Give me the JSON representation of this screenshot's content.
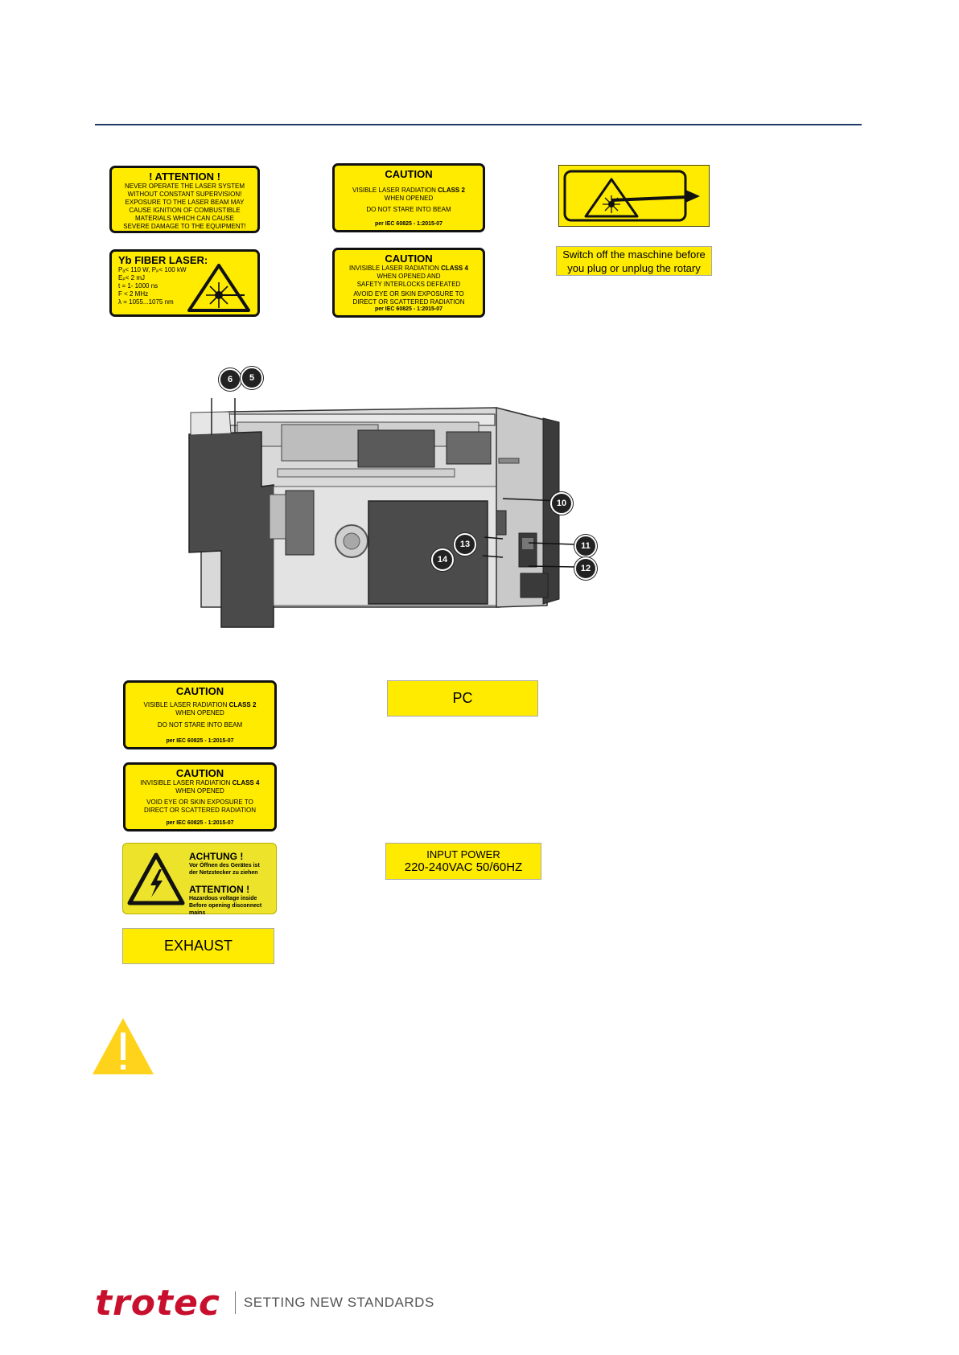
{
  "labels_top": {
    "attention": {
      "title": "! ATTENTION !",
      "lines": [
        "NEVER OPERATE THE LASER SYSTEM",
        "WITHOUT CONSTANT SUPERVISION!",
        "EXPOSURE TO THE LASER BEAM MAY",
        "CAUSE IGNITION OF COMBUSTIBLE",
        "MATERIALS WHICH CAN CAUSE",
        "SEVERE DAMAGE TO THE EQUIPMENT!"
      ]
    },
    "fiber": {
      "title": "Yb FIBER LASER:",
      "lines": [
        "Pₐ< 110 W,  Pₚ< 100 kW",
        "Eₚ< 2 mJ",
        "t  = 1- 1000 ns",
        "F  < 2 MHz",
        "λ = 1055...1075 nm"
      ]
    },
    "caution2": {
      "title": "CAUTION",
      "line1": "VISIBLE LASER RADIATION",
      "line1b": "CLASS 2",
      "line2": "WHEN OPENED",
      "line3": "DO NOT STARE INTO BEAM",
      "footer": "per IEC 60825 - 1:2015-07"
    },
    "caution4": {
      "title": "CAUTION",
      "line1": "INVISIBLE LASER RADIATION",
      "line1b": "CLASS 4",
      "line2": "WHEN OPENED AND",
      "line3": "SAFETY INTERLOCKS DEFEATED",
      "line4": "AVOID EYE OR SKIN EXPOSURE TO",
      "line5": "DIRECT OR SCATTERED RADIATION",
      "footer": "per IEC 60825 - 1:2015-07"
    },
    "rotary_note": {
      "line1": "Switch off the maschine before",
      "line2": "you plug or unplug the rotary"
    }
  },
  "callouts": [
    "6",
    "5",
    "10",
    "13",
    "14",
    "11",
    "12"
  ],
  "labels_bottom": {
    "caution2": {
      "title": "CAUTION",
      "line1": "VISIBLE LASER RADIATION",
      "line1b": "CLASS 2",
      "line2": "WHEN OPENED",
      "line3": "DO NOT STARE INTO BEAM",
      "footer": "per IEC 60825 - 1:2015-07"
    },
    "caution4": {
      "title": "CAUTION",
      "line1": "INVISIBLE LASER RADIATION",
      "line1b": "CLASS 4",
      "line2": "WHEN OPENED",
      "line3": "VOID EYE OR SKIN EXPOSURE TO",
      "line4": "DIRECT OR SCATTERED RADIATION",
      "footer": "per IEC 60825 - 1:2015-07"
    },
    "achtung": {
      "title_de": "ACHTUNG !",
      "de1": "Vor Öffnen des Gerätes ist",
      "de2": "der Netzstecker zu ziehen",
      "title_en": "ATTENTION !",
      "en1": "Hazardous voltage inside",
      "en2": "Before opening disconnect mains"
    },
    "exhaust": "EXHAUST",
    "pc": "PC",
    "input_power": {
      "line1": "INPUT POWER",
      "line2": "220-240VAC 50/60HZ"
    }
  },
  "footer": {
    "brand": "trotec",
    "tagline": "SETTING NEW STANDARDS",
    "brand_color": "#c8102e"
  }
}
